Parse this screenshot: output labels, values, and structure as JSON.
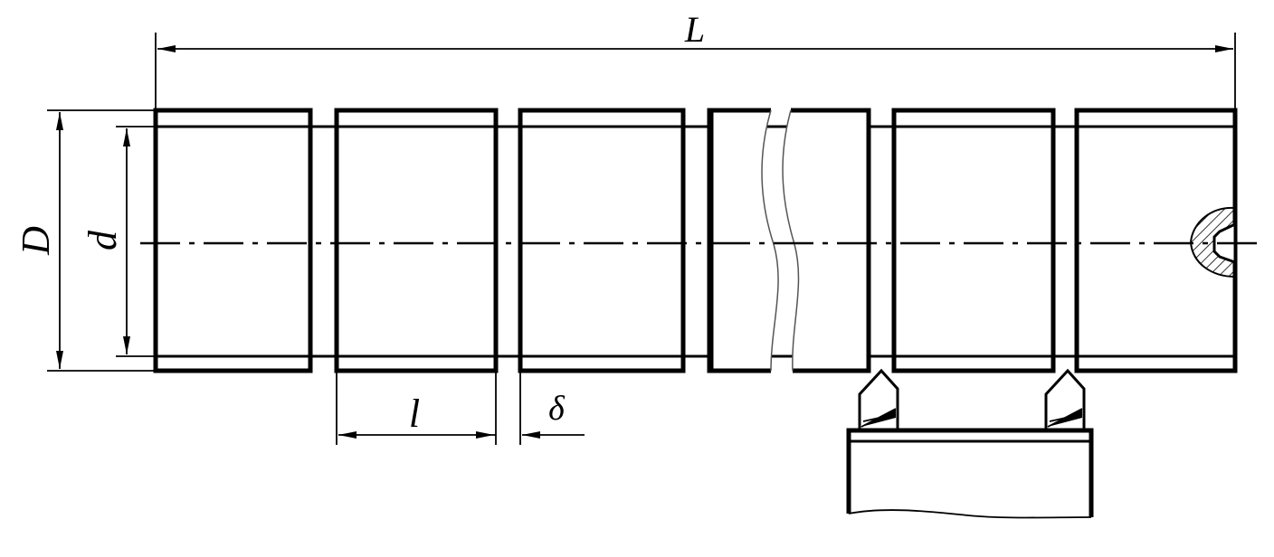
{
  "labels": {
    "overall_length": "L",
    "outer_diameter": "D",
    "inner_diameter": "d",
    "segment_length": "l",
    "gap_width": "δ"
  },
  "colors": {
    "line": "#000000",
    "background": "#ffffff",
    "hatch": "#000000"
  }
}
